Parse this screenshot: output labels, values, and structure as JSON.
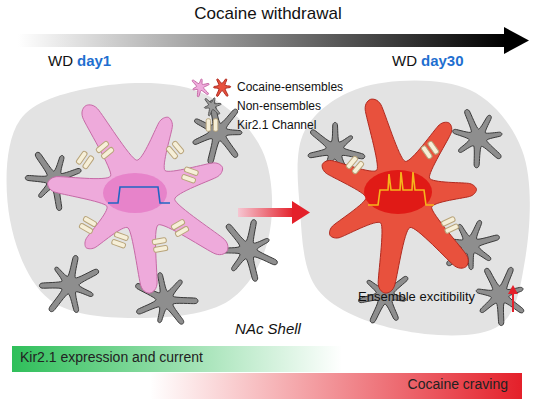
{
  "diagram": {
    "title": "Cocaine withdrawal",
    "nodes": [
      {
        "text": [
          "Kir2.1 expression and current"
        ]
      },
      {
        "text": [
          "Cocaine craving"
        ]
      }
    ],
    "labels": [
      "WD",
      "day1",
      "WD",
      "day30",
      "Ensemble excitibility",
      "NAc Shell"
    ],
    "legend": [
      {
        "text": "Cocaine-ensembles"
      },
      {
        "text": "Non-ensembles"
      },
      {
        "text": "Kir2.1 Channel"
      }
    ]
  }
}
